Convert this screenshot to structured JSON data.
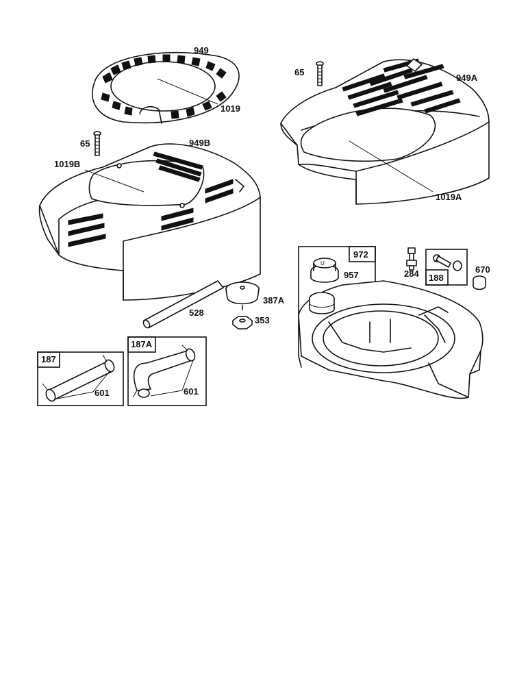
{
  "labels": {
    "p949": "949",
    "p1019": "1019",
    "p65_left": "65",
    "p949B": "949B",
    "p1019B": "1019B",
    "p65_right": "65",
    "p949A": "949A",
    "p1019A": "1019A",
    "p972": "972",
    "p957": "957",
    "p284": "284",
    "p188": "188",
    "p670": "670",
    "p528": "528",
    "p387A": "387A",
    "p353": "353",
    "p187": "187",
    "p601_a": "601",
    "p187A": "187A",
    "p601_b": "601"
  }
}
